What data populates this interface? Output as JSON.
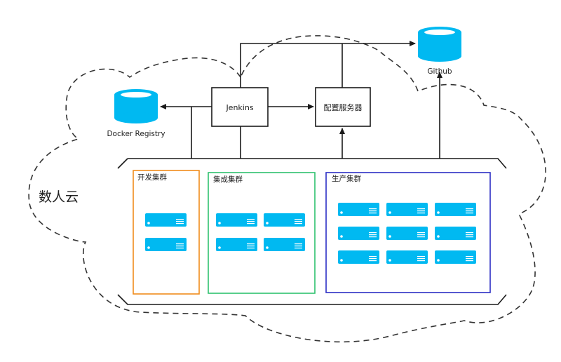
{
  "cloud": {
    "label": "数人云"
  },
  "top_nodes": {
    "jenkins": "Jenkins",
    "config_server": "配置服务器",
    "docker_registry": "Docker Registry",
    "github": "Github"
  },
  "clusters": [
    {
      "label": "开发集群",
      "color": "#f08c1c",
      "server_rows": 2,
      "server_cols": 1
    },
    {
      "label": "集成集群",
      "color": "#2ec16e",
      "server_rows": 2,
      "server_cols": 2
    },
    {
      "label": "生产集群",
      "color": "#2c2fc4",
      "server_rows": 3,
      "server_cols": 3
    }
  ],
  "colors": {
    "accent": "#00b9f1",
    "line": "#1a1a1a"
  }
}
